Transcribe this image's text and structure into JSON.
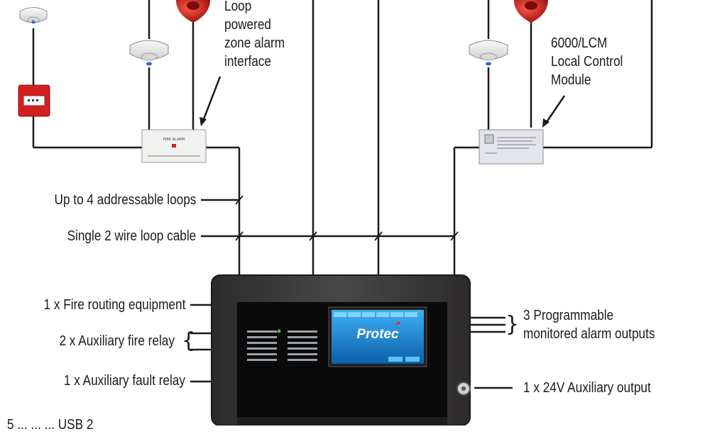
{
  "labels": {
    "loop_interface": "Loop\npowered\nzone alarm\ninterface",
    "lcm": "6000/LCM\nLocal Control\nModule",
    "addressable_loops": "Up to 4 addressable loops",
    "loop_cable": "Single 2 wire loop cable",
    "fire_routing": "1 x Fire routing equipment",
    "aux_fire_relay": "2 x Auxiliary fire relay",
    "aux_fault_relay": "1 x Auxiliary fault relay",
    "prog_outputs": "3 Programmable\nmonitored alarm outputs",
    "aux_24v": "1 x 24V Auxiliary output",
    "bottom_cut": "5 ... ... ... USB 2"
  },
  "panel": {
    "brand": "Protec",
    "interface_unit_text": "FIRE ALARM"
  },
  "colors": {
    "line": "#1b1b1b",
    "panel_body": "#3a3836",
    "panel_face": "#0b0b0b",
    "screen": "#1c8ad6",
    "sounder_red": "#c81818",
    "callpoint_red": "#d22020"
  }
}
